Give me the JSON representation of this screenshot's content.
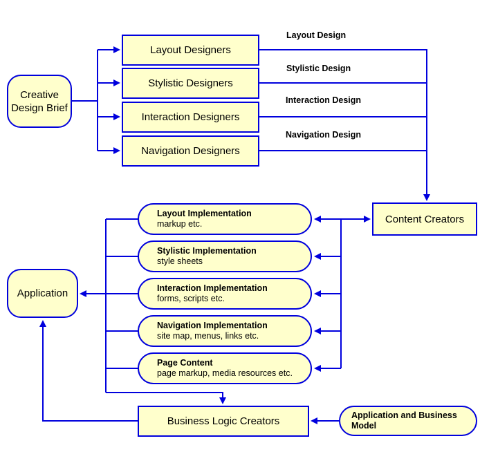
{
  "diagram": {
    "colors": {
      "node_fill": "#FFFFCC",
      "line_and_border": "#0000DD",
      "text": "#000000",
      "background": "#FFFFFF"
    },
    "nodes": {
      "creative_design_brief": {
        "label": "Creative Design Brief"
      },
      "designers": [
        {
          "label": "Layout Designers"
        },
        {
          "label": "Stylistic Designers"
        },
        {
          "label": "Interaction Designers"
        },
        {
          "label": "Navigation Designers"
        }
      ],
      "flow_labels": [
        {
          "label": "Layout Design"
        },
        {
          "label": "Stylistic Design"
        },
        {
          "label": "Interaction Design"
        },
        {
          "label": "Navigation Design"
        }
      ],
      "content_creators": {
        "label": "Content Creators"
      },
      "implementations": [
        {
          "title": "Layout Implementation",
          "subtitle": "markup etc."
        },
        {
          "title": "Stylistic Implementation",
          "subtitle": "style sheets"
        },
        {
          "title": "Interaction Implementation",
          "subtitle": "forms, scripts etc."
        },
        {
          "title": "Navigation Implementation",
          "subtitle": "site map, menus, links etc."
        },
        {
          "title": "Page Content",
          "subtitle": "page markup, media resources etc."
        }
      ],
      "application": {
        "label": "Application"
      },
      "business_logic_creators": {
        "label": "Business Logic Creators"
      },
      "application_business_model": {
        "label": "Application and Business Model"
      }
    }
  }
}
